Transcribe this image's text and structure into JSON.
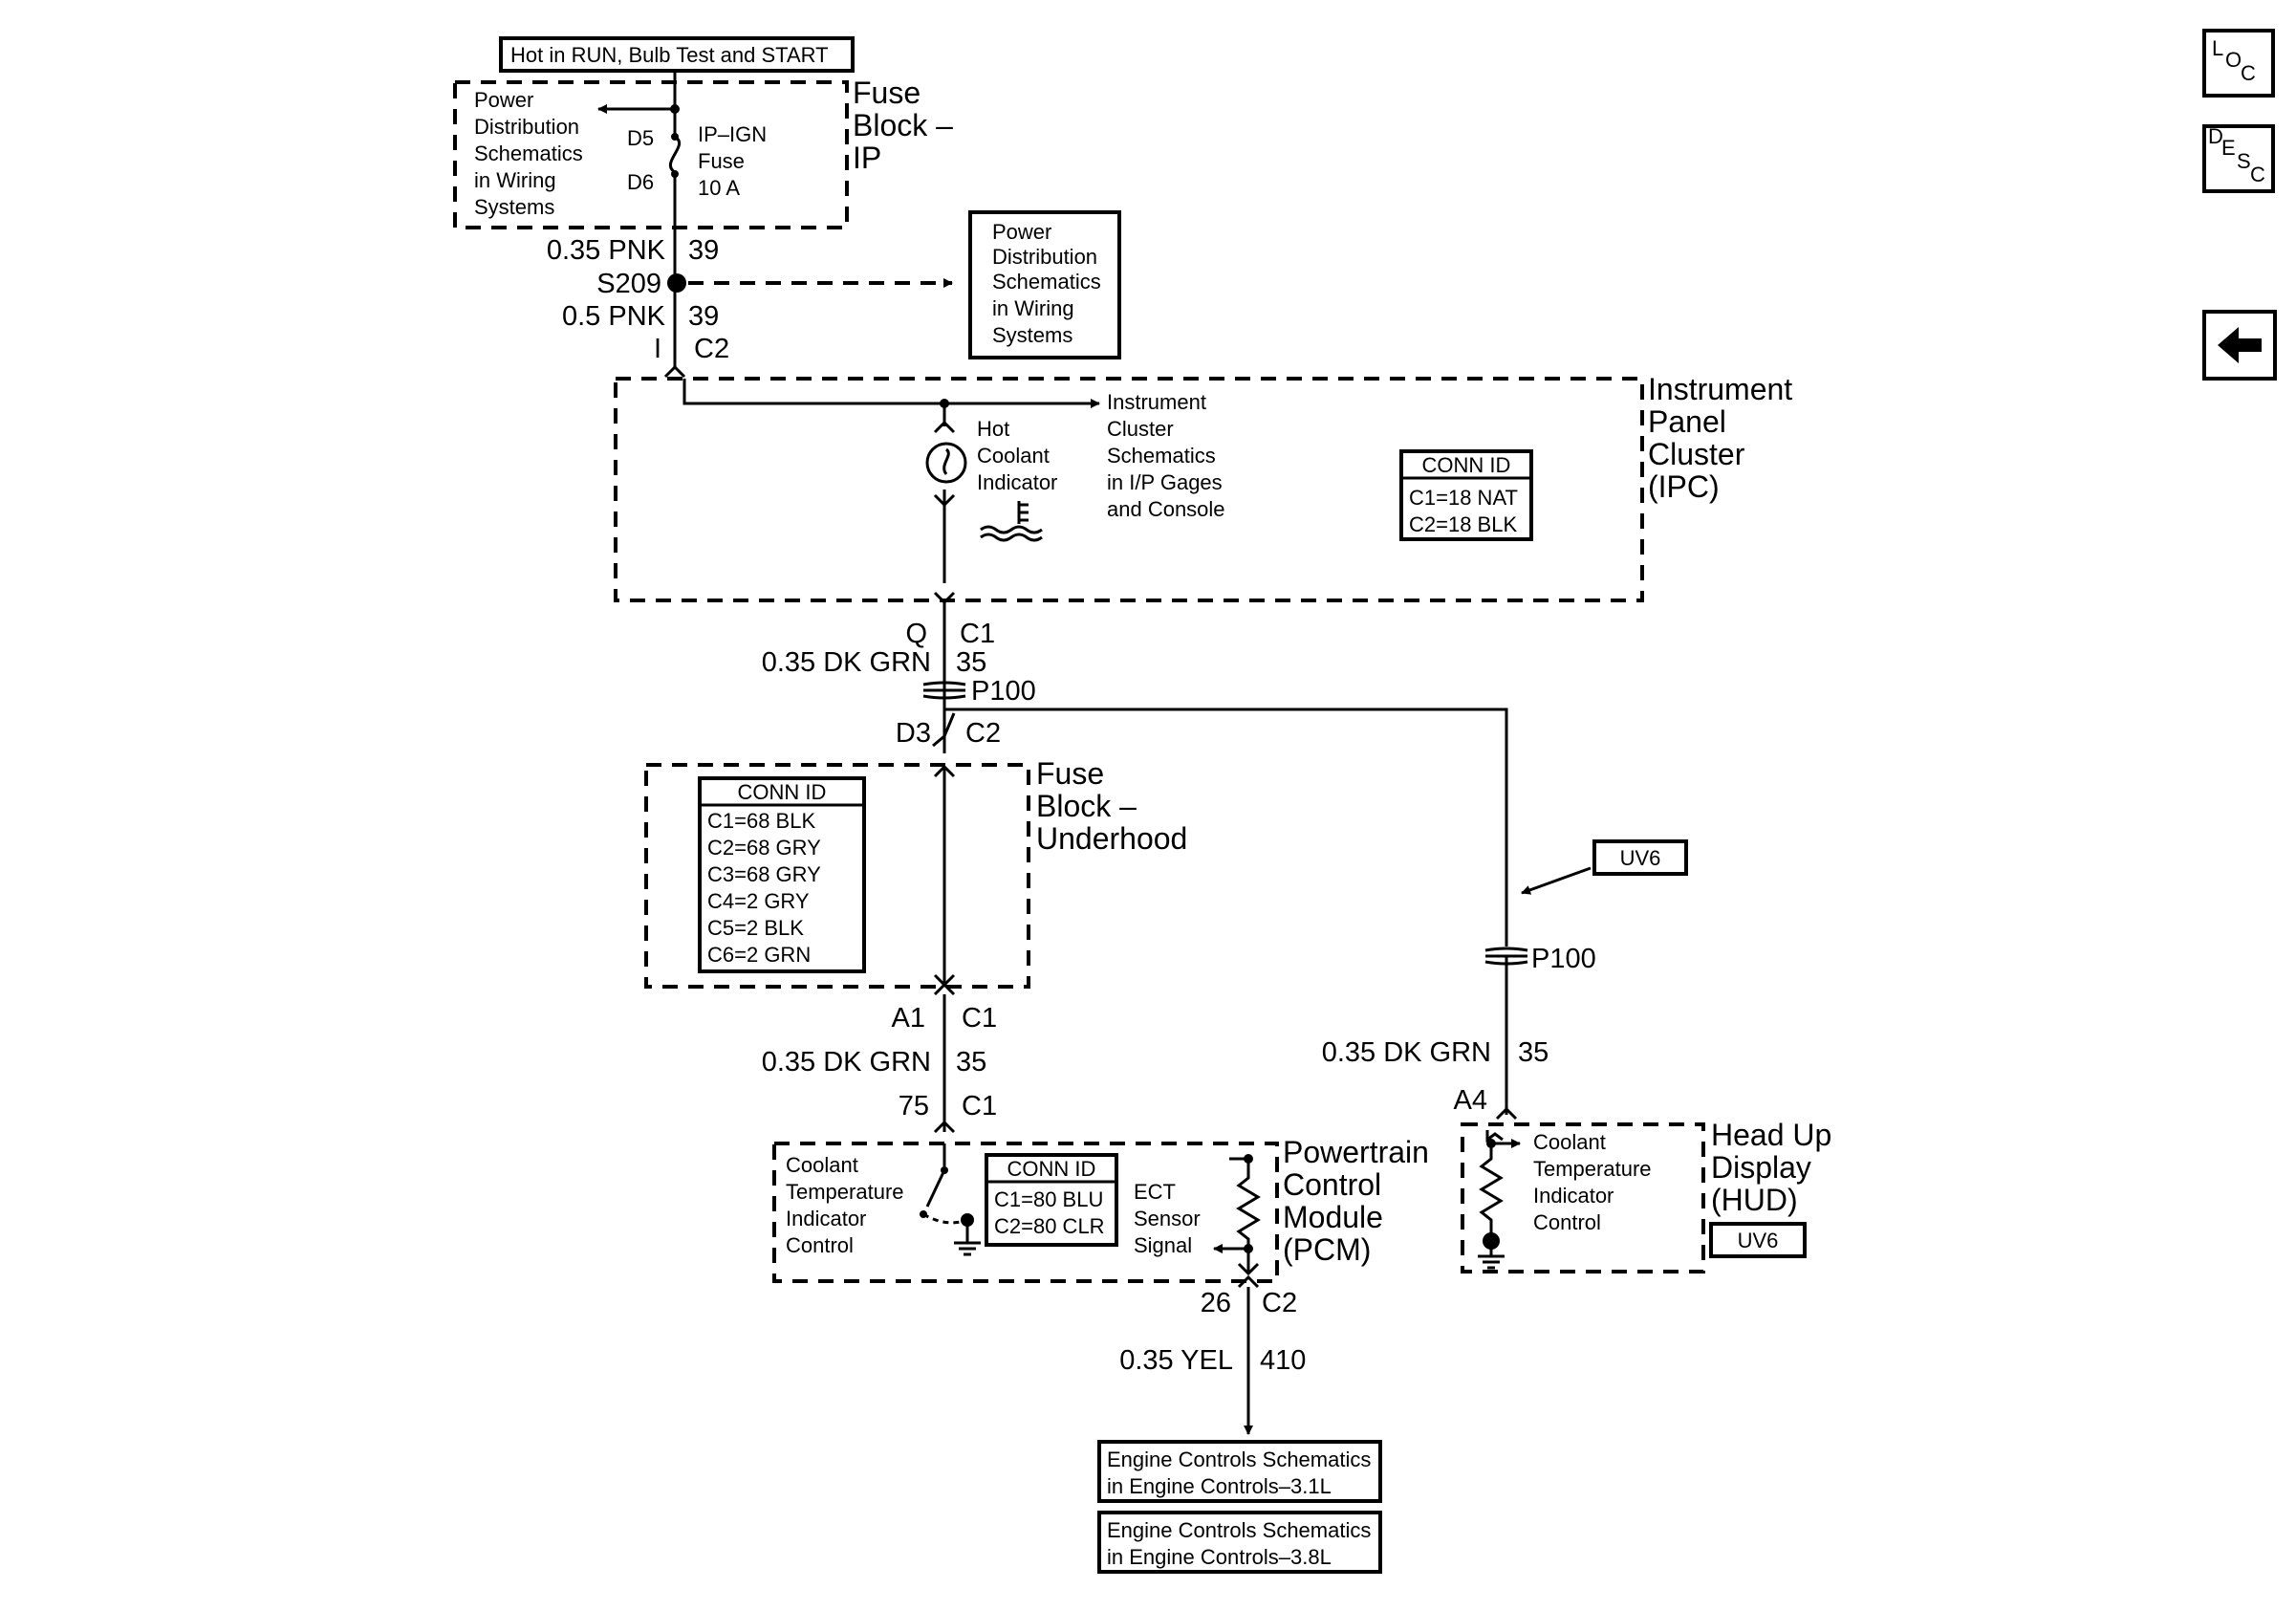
{
  "hot_label": "Hot in RUN, Bulb Test and START",
  "fuse_block_ip": {
    "title": [
      "Fuse",
      "Block –",
      "IP"
    ],
    "power_ref": [
      "Power",
      "Distribution",
      "Schematics",
      "in Wiring",
      "Systems"
    ],
    "pin_top": "D5",
    "pin_bottom": "D6",
    "fuse": [
      "IP–IGN",
      "Fuse",
      "10 A"
    ]
  },
  "wire_ip_out": {
    "color": "0.35 PNK",
    "circuit": "39"
  },
  "splice": "S209",
  "splice_ref": [
    "Power",
    "Distribution",
    "Schematics",
    "in Wiring",
    "Systems"
  ],
  "wire_ipc_in": {
    "color": "0.5 PNK",
    "circuit": "39",
    "pin": "I",
    "conn": "C2"
  },
  "ipc": {
    "title": [
      "Instrument",
      "Panel",
      "Cluster",
      "(IPC)"
    ],
    "indicator": [
      "Hot",
      "Coolant",
      "Indicator"
    ],
    "cluster_ref": [
      "Instrument",
      "Cluster",
      "Schematics",
      "in I/P Gages",
      "and Console"
    ],
    "conn_id": {
      "header": "CONN ID",
      "rows": [
        "C1=18 NAT",
        "C2=18 BLK"
      ]
    }
  },
  "wire_ipc_out": {
    "pin": "Q",
    "conn": "C1",
    "color": "0.35 DK GRN",
    "circuit": "35"
  },
  "p100_top": "P100",
  "fuse_block_uh_in": {
    "pin": "D3",
    "conn": "C2"
  },
  "fuse_block_uh": {
    "title": [
      "Fuse",
      "Block –",
      "Underhood"
    ],
    "conn_id": {
      "header": "CONN ID",
      "rows": [
        "C1=68 BLK",
        "C2=68 GRY",
        "C3=68 GRY",
        "C4=2 GRY",
        "C5=2 BLK",
        "C6=2 GRN"
      ]
    }
  },
  "uv6_label": "UV6",
  "p100_right": "P100",
  "wire_uh_out": {
    "pin": "A1",
    "conn": "C1",
    "color": "0.35 DK GRN",
    "circuit": "35"
  },
  "wire_hud": {
    "color": "0.35 DK GRN",
    "circuit": "35",
    "pin": "A4"
  },
  "pcm_in": {
    "pin": "75",
    "conn": "C1"
  },
  "pcm": {
    "title": [
      "Powertrain",
      "Control",
      "Module",
      "(PCM)"
    ],
    "coolant_ctrl": [
      "Coolant",
      "Temperature",
      "Indicator",
      "Control"
    ],
    "conn_id": {
      "header": "CONN ID",
      "rows": [
        "C1=80 BLU",
        "C2=80 CLR"
      ]
    },
    "ect": [
      "ECT",
      "Sensor",
      "Signal"
    ]
  },
  "hud": {
    "title": [
      "Head Up",
      "Display",
      "(HUD)"
    ],
    "coolant_ctrl": [
      "Coolant",
      "Temperature",
      "Indicator",
      "Control"
    ],
    "badge": "UV6"
  },
  "pcm_out": {
    "pin": "26",
    "conn": "C2",
    "color": "0.35 YEL",
    "circuit": "410"
  },
  "engine_refs": [
    [
      "Engine Controls Schematics",
      "in Engine Controls–3.1L"
    ],
    [
      "Engine Controls Schematics",
      "in Engine Controls–3.8L"
    ]
  ],
  "nav": {
    "loc": [
      "L",
      "O",
      "C"
    ],
    "desc": [
      "D",
      "E",
      "S",
      "C"
    ]
  }
}
